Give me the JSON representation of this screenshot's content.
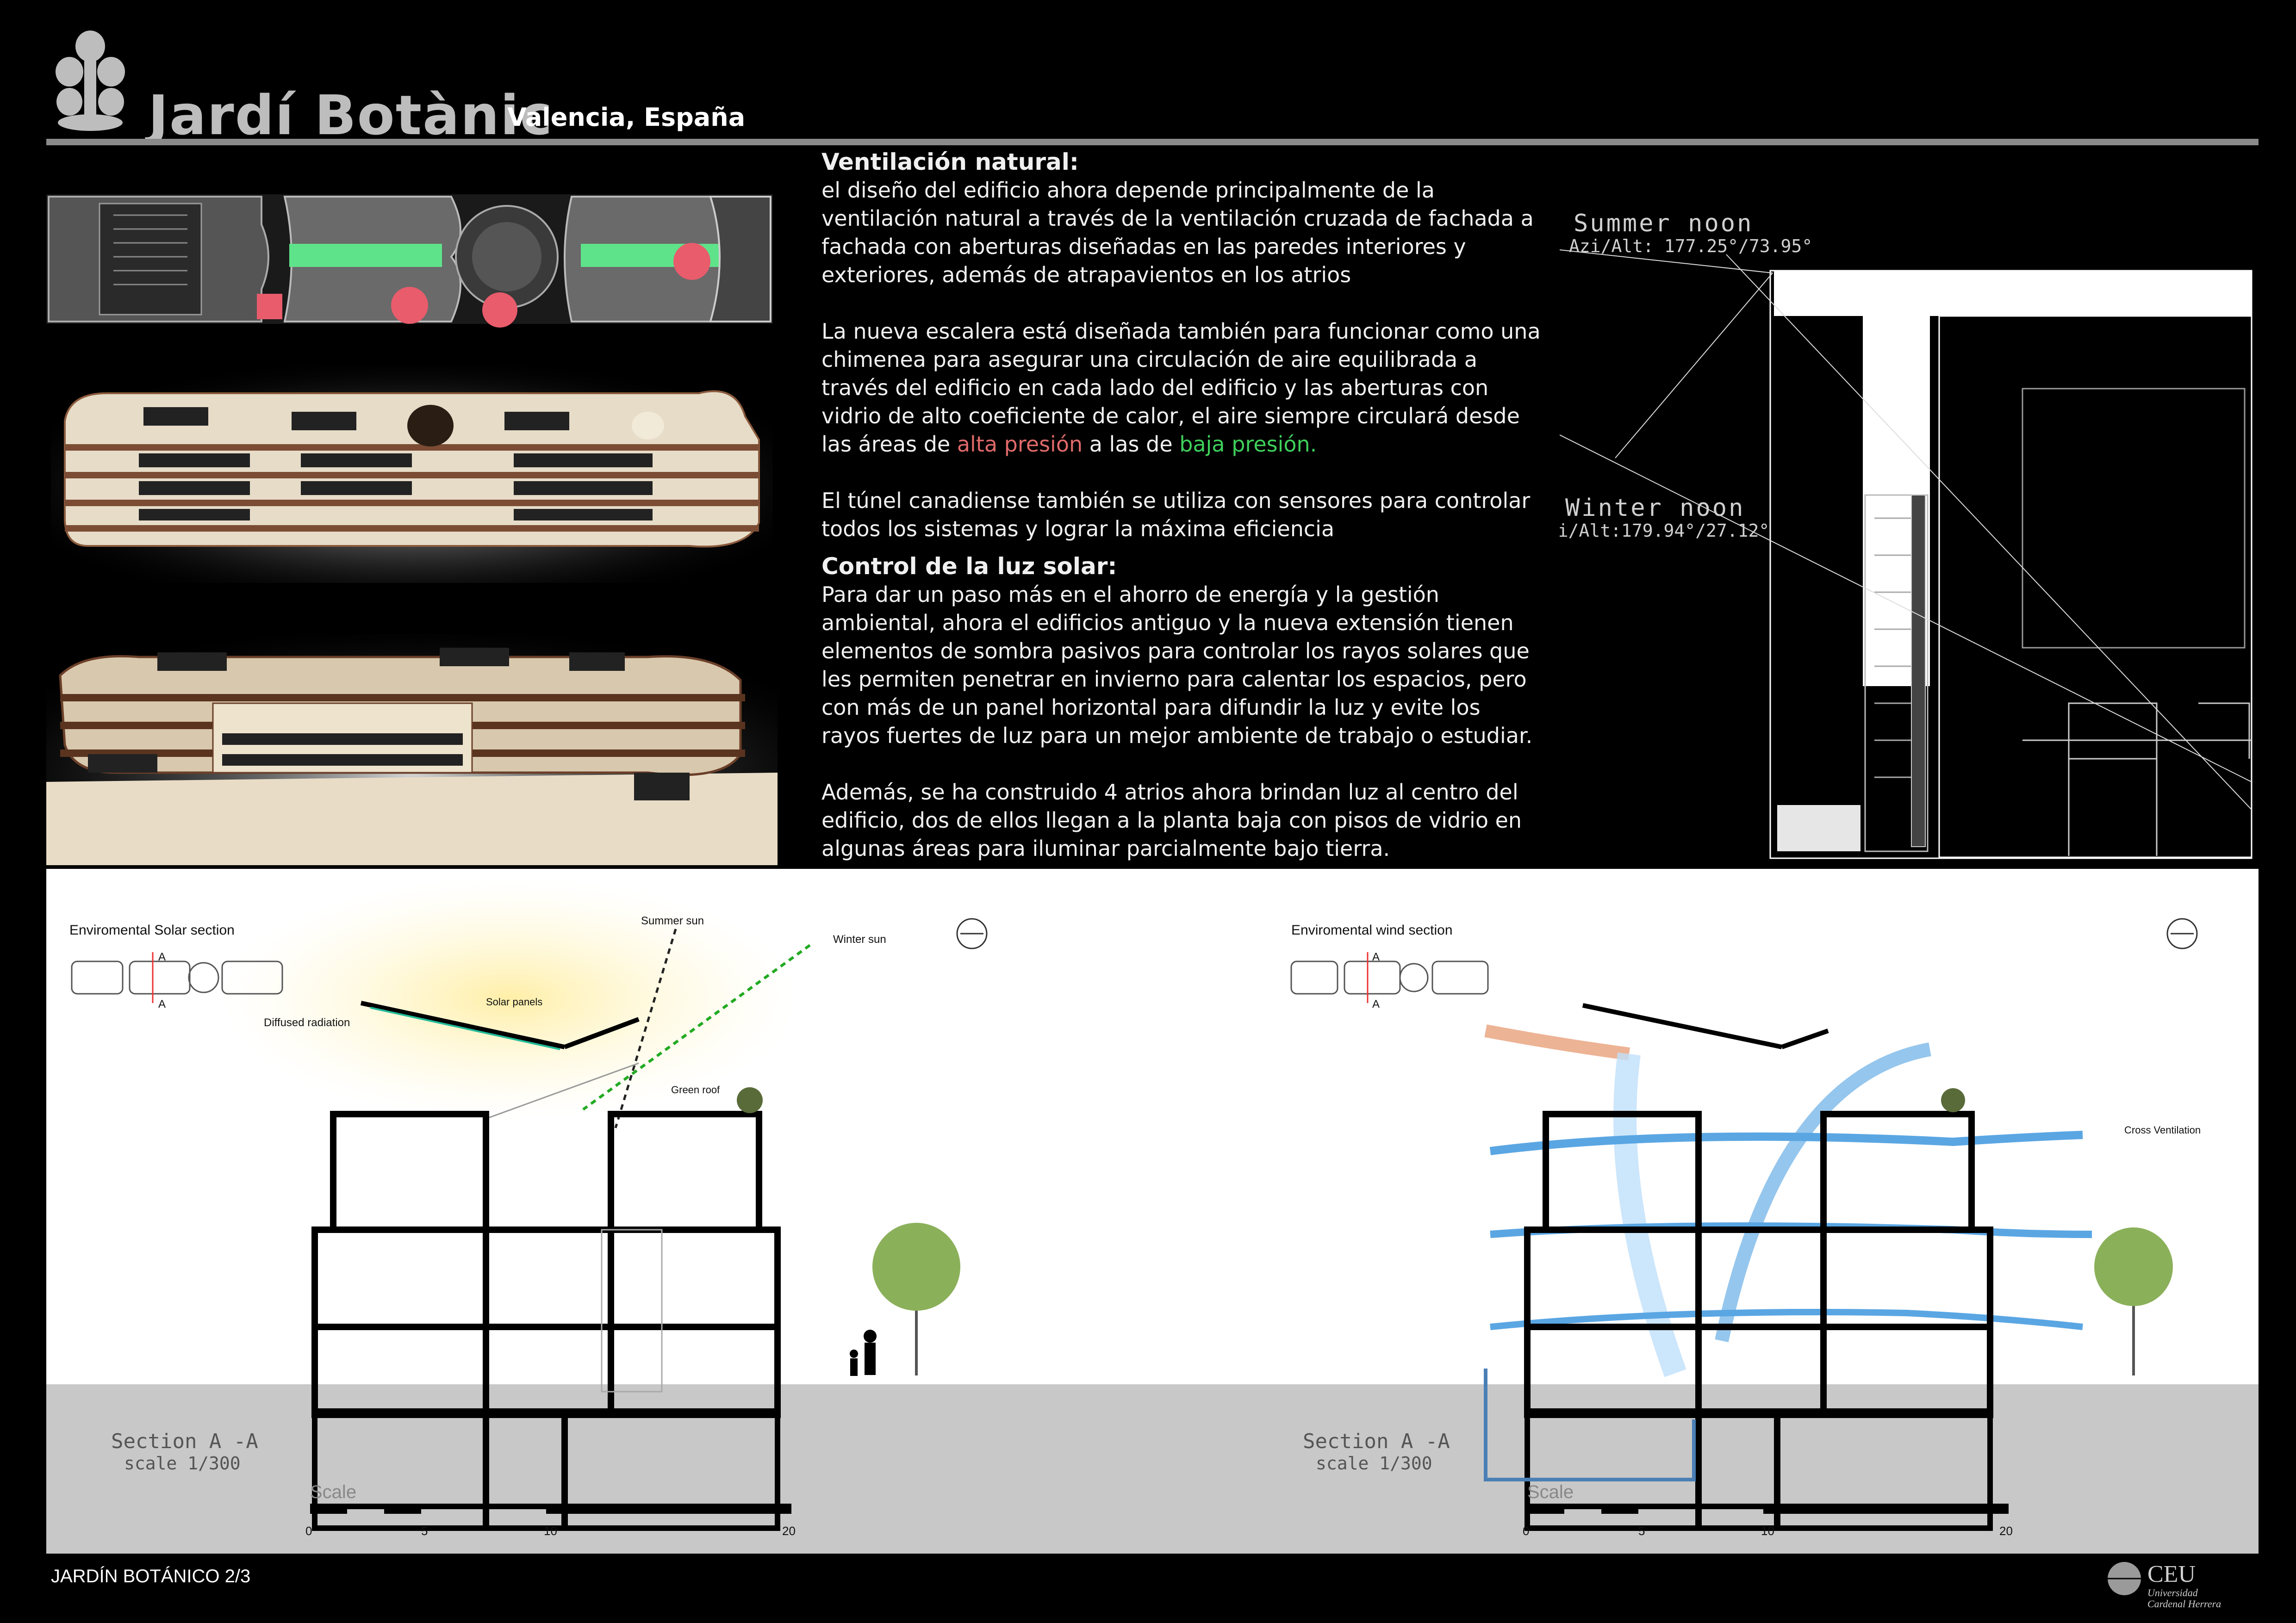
{
  "header": {
    "title": "Jardí Botànic",
    "location": "Valencia, España"
  },
  "text": {
    "vent_heading": "Ventilación natural:",
    "vent_p1": "el diseño del edificio ahora depende principalmente de la ventilación natural a través de la ventilación cruzada de fachada a fachada con aberturas diseñadas en las paredes interiores y exteriores, además de atrapavientos en los atrios",
    "vent_p2a": "La nueva escalera está diseñada también para funcionar como una chimenea para asegurar una circulación de aire equilibrada a través del edificio en cada lado del edificio y las aberturas con vidrio de alto coeficiente de calor, el aire siempre circulará desde las áreas de ",
    "vent_p2_red": "alta presión",
    "vent_p2b": " a las de ",
    "vent_p2_green": "baja presión.",
    "vent_p3": "El túnel canadiense también se utiliza con sensores para controlar todos los sistemas y lograr la máxima eficiencia",
    "solar_heading": "Control de la luz solar:",
    "solar_p1": "Para dar un paso más en el ahorro de energía y la gestión ambiental, ahora el edificios antiguo y la nueva extensión tienen elementos de sombra pasivos para controlar los rayos solares que les permiten penetrar en invierno para calentar los espacios, pero con más de un panel horizontal para difundir la luz y evite los rayos fuertes de luz para un mejor ambiente de trabajo o estudiar.",
    "solar_p2": "Además, se ha construido 4 atrios ahora brindan luz al centro del edificio, dos de ellos llegan a la planta baja con pisos de vidrio en algunas áreas para iluminar parcialmente bajo tierra."
  },
  "sun_detail": {
    "summer_label": "Summer noon",
    "summer_angle": "Azi/Alt:  177.25°/73.95°",
    "winter_label": "Winter noon",
    "winter_angle": "Azi/Alt:179.94°/27.12°"
  },
  "solar_section": {
    "title": "Enviromental Solar section",
    "summer_sun": "Summer sun",
    "winter_sun": "Winter sun",
    "solar_panels": "Solar panels",
    "diffused": "Diffused radiation",
    "green_roof": "Green roof",
    "section_label": "Section A -A",
    "scale_label": "scale 1/300",
    "marker": "A"
  },
  "wind_section": {
    "title": "Enviromental wind section",
    "cross_vent": "Cross Ventilation",
    "section_label": "Section A -A",
    "scale_label": "scale 1/300",
    "marker": "A"
  },
  "scale_bar": {
    "label": "Scale",
    "ticks": [
      "0",
      "5",
      "10",
      "20"
    ]
  },
  "footer": {
    "page": "JARDÍN BOTÁNICO 2/3",
    "ceu": "CEU",
    "ceu_sub1": "Universidad",
    "ceu_sub2": "Cardenal Herrera"
  }
}
